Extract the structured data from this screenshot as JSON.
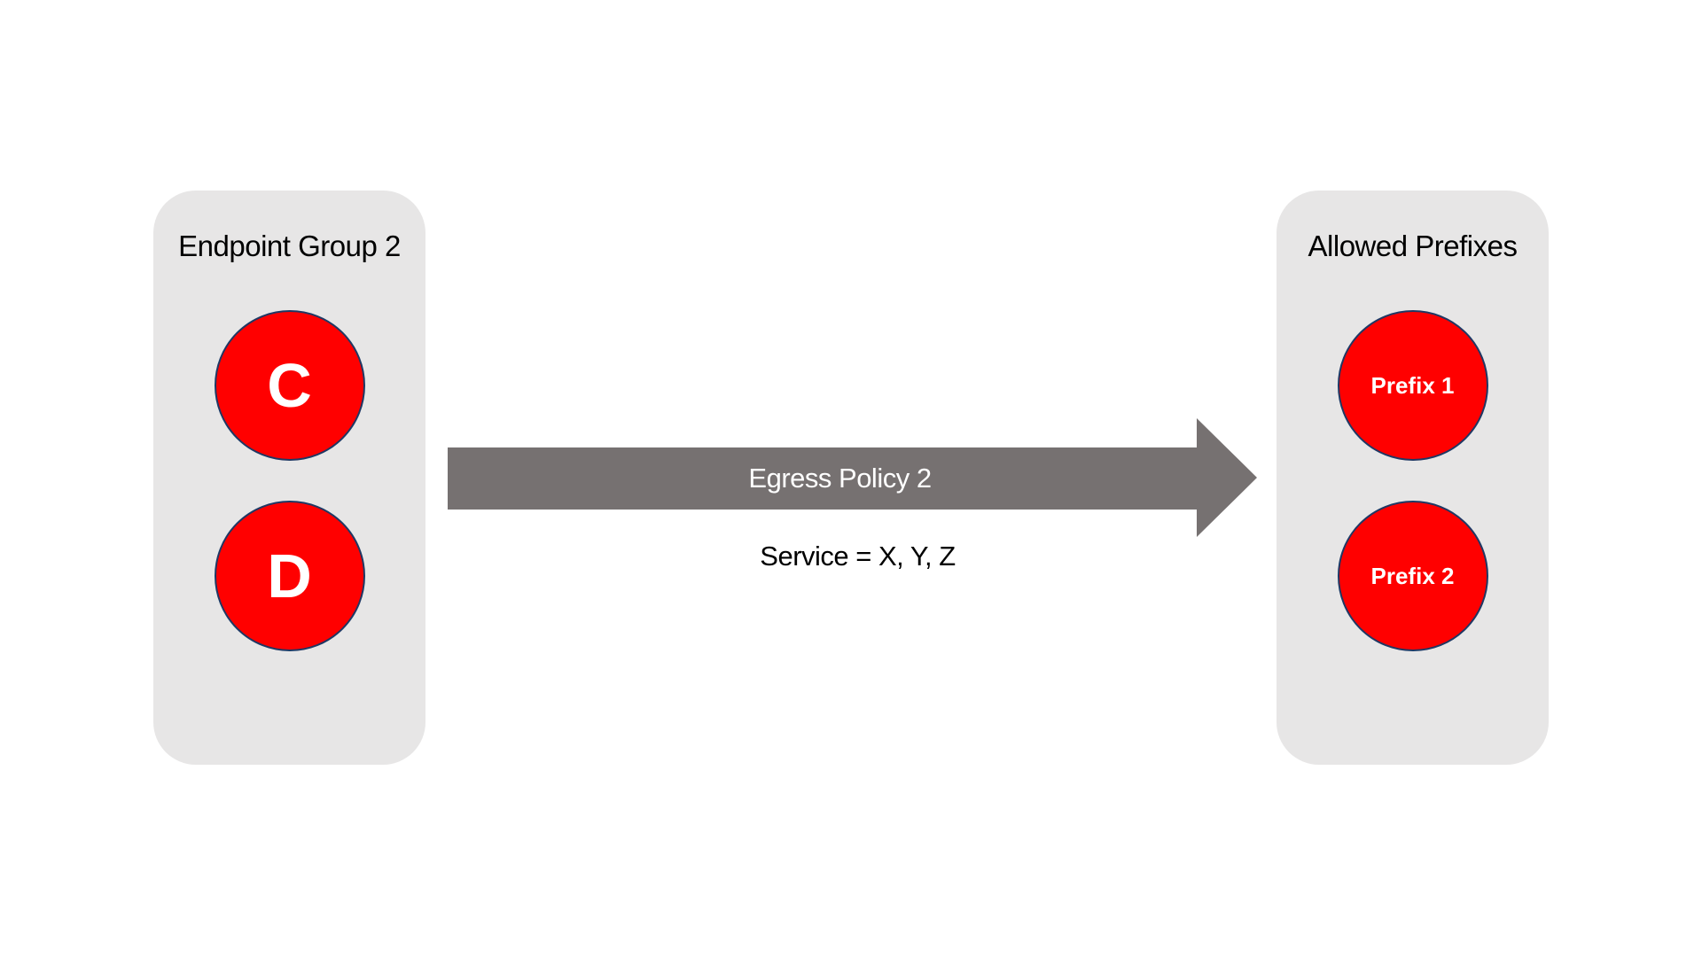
{
  "colors": {
    "background": "#ffffff",
    "panel_fill": "#e7e6e6",
    "node_fill": "#ff0000",
    "node_border": "#1f3864",
    "arrow_fill": "#767171",
    "text_dark": "#000000",
    "text_light": "#ffffff"
  },
  "left_group": {
    "title": "Endpoint Group 2",
    "nodes": [
      {
        "label": "C"
      },
      {
        "label": "D"
      }
    ]
  },
  "arrow": {
    "label": "Egress Policy 2",
    "sublabel": "Service = X, Y, Z"
  },
  "right_group": {
    "title": "Allowed Prefixes",
    "nodes": [
      {
        "label": "Prefix 1"
      },
      {
        "label": "Prefix 2"
      }
    ]
  }
}
